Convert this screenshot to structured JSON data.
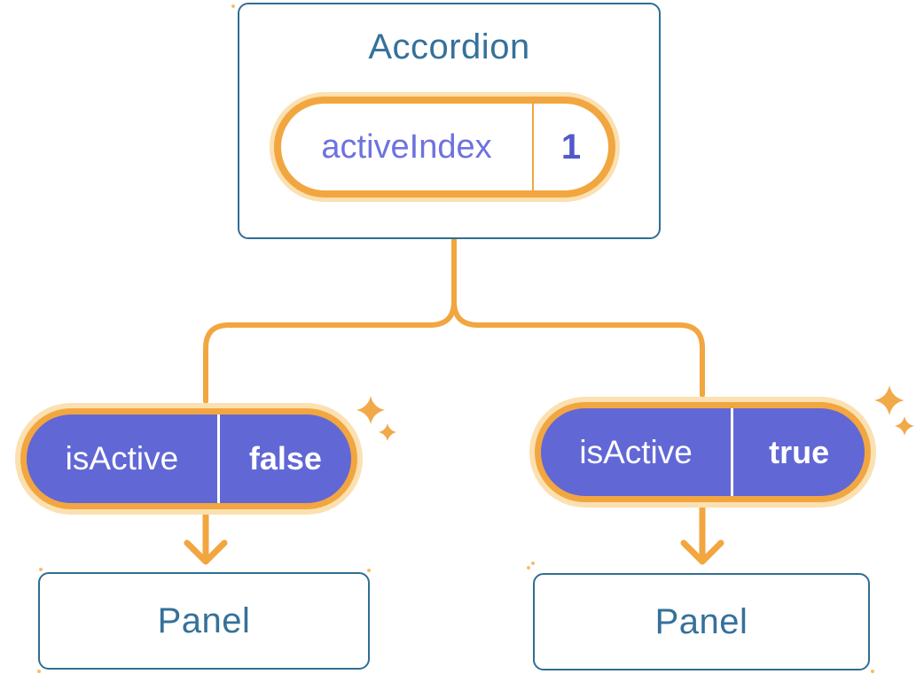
{
  "accordion": {
    "title": "Accordion",
    "state_pill": {
      "label": "activeIndex",
      "value": "1"
    }
  },
  "children": [
    {
      "prop_pill": {
        "label": "isActive",
        "value": "false"
      },
      "panel_title": "Panel"
    },
    {
      "prop_pill": {
        "label": "isActive",
        "value": "true"
      },
      "panel_title": "Panel"
    }
  ],
  "icons": {
    "sparkle": "✦",
    "arrow_down": "↓"
  },
  "colors": {
    "box_border_blue": "#2E6E93",
    "heading_blue": "#35719A",
    "line_orange": "#F2A640",
    "halo_orange": "#FBE0B1",
    "pill_purple": "#6267D6",
    "state_label_purple": "#6E72DF",
    "state_value_purple": "#5358CB",
    "sparkle_orange": "#F1A94A",
    "white": "#FFFFFF"
  }
}
